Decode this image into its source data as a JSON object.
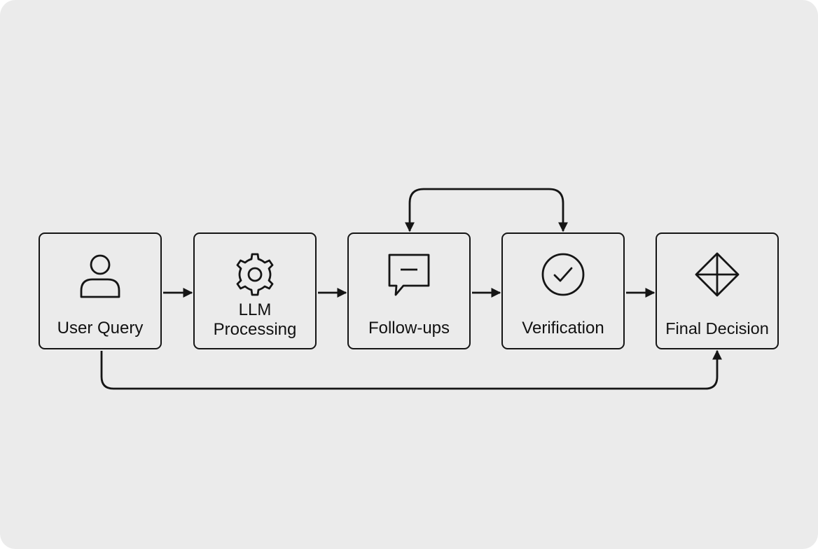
{
  "diagram": {
    "nodes": [
      {
        "id": "user-query",
        "label": "User Query",
        "icon": "user-icon"
      },
      {
        "id": "llm-processing",
        "label": "LLM\nProcessing",
        "icon": "gear-icon"
      },
      {
        "id": "follow-ups",
        "label": "Follow-ups",
        "icon": "chat-bubble-icon"
      },
      {
        "id": "verification",
        "label": "Verification",
        "icon": "checkmark-circle-icon"
      },
      {
        "id": "final-decision",
        "label": "Final Decision",
        "icon": "diamond-icon"
      }
    ],
    "edges": [
      {
        "from": "user-query",
        "to": "llm-processing"
      },
      {
        "from": "llm-processing",
        "to": "follow-ups"
      },
      {
        "from": "follow-ups",
        "to": "verification"
      },
      {
        "from": "verification",
        "to": "final-decision"
      },
      {
        "from": "verification",
        "to": "follow-ups",
        "bidirectional": true,
        "route": "over"
      },
      {
        "from": "user-query",
        "to": "final-decision",
        "route": "under"
      }
    ],
    "colors": {
      "background": "#ebebeb",
      "stroke": "#151515",
      "text": "#111111"
    }
  }
}
